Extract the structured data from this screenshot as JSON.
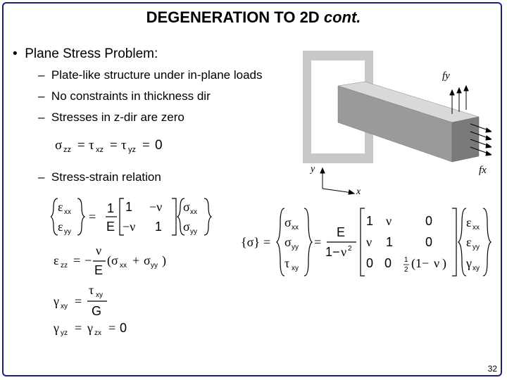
{
  "slide": {
    "title_main": "DEGENERATION TO 2D",
    "title_suffix": "cont.",
    "bullet": "Plane Stress Problem:",
    "subs": [
      "Plate-like structure under in-plane loads",
      "No constraints in thickness dir",
      "Stresses in z-dir are zero",
      "Stress-strain relation"
    ],
    "dash": "–",
    "bullet_mark": "•",
    "page": "32"
  },
  "figure": {
    "label_fy": "fy",
    "label_fx": "fx",
    "axis_y": "y",
    "axis_x": "x"
  },
  "equations": {
    "zero_stress": "σzz = τxz = τyz = 0",
    "strain_matrix": "{εxx; εyy} = 1/E [1 −ν; −ν 1] {σxx; σyy}",
    "ezz": "εzz = −ν/E (σxx + σyy)",
    "gxy": "γxy = τxy / G",
    "gyz": "γyz = γzx = 0",
    "stress_matrix": "{σ} = {σxx; σyy; τxy} = E/(1−ν²) [1 ν 0; ν 1 0; 0 0 ½(1−ν)] {εxx; εyy; γxy}"
  }
}
